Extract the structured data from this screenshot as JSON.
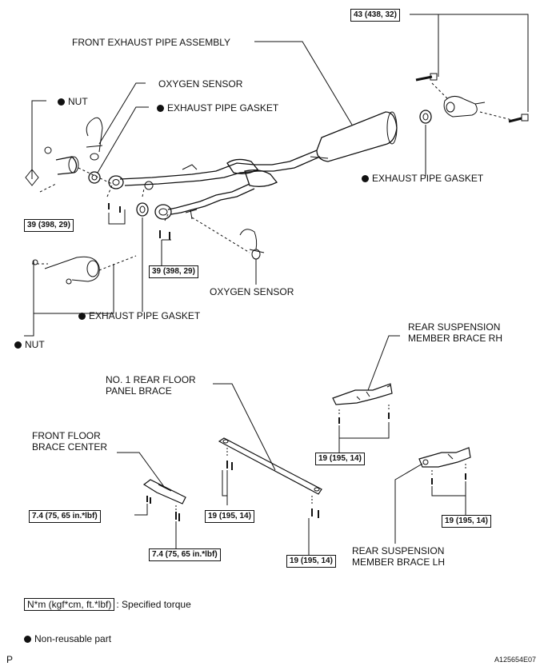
{
  "labels": {
    "front_exhaust_pipe_assembly": "FRONT EXHAUST PIPE ASSEMBLY",
    "oxygen_sensor_upper": "OXYGEN SENSOR",
    "oxygen_sensor_lower": "OXYGEN SENSOR",
    "nut_upper": "NUT",
    "nut_lower": "NUT",
    "gasket_left_upper": "EXHAUST PIPE GASKET",
    "gasket_right": "EXHAUST PIPE GASKET",
    "gasket_left_lower": "EXHAUST PIPE GASKET",
    "rear_susp_rh": "REAR SUSPENSION MEMBER BRACE RH",
    "rear_susp_lh": "REAR SUSPENSION MEMBER BRACE LH",
    "no1_rear_floor": "NO. 1 REAR FLOOR PANEL BRACE",
    "front_floor_brace": "FRONT FLOOR BRACE CENTER"
  },
  "torques": {
    "top_right": "43 (438, 32)",
    "left_39": "39 (398, 29)",
    "center_39": "39 (398, 29)",
    "rh_19": "19 (195, 14)",
    "lh_19": "19 (195, 14)",
    "floor_19_left": "19 (195, 14)",
    "floor_19_bottom": "19 (195, 14)",
    "front_7_4_a": "7.4 (75, 65 in.*lbf)",
    "front_7_4_b": "7.4 (75, 65 in.*lbf)"
  },
  "legend": {
    "torque_unit": "N*m (kgf*cm, ft.*lbf)",
    "torque_desc": ": Specified torque",
    "nonreusable": "Non-reusable part"
  },
  "footer": {
    "page_mark": "P",
    "ref_code": "A125654E07"
  }
}
